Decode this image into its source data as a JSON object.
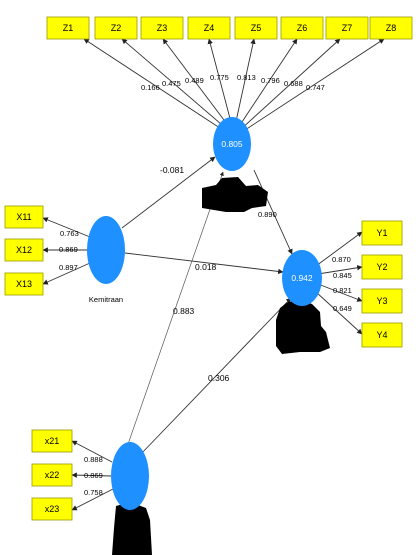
{
  "z_boxes": [
    "Z1",
    "Z2",
    "Z3",
    "Z4",
    "Z5",
    "Z6",
    "Z7",
    "Z8"
  ],
  "z_loadings": [
    "0.166",
    "0.475",
    "0.489",
    "0.775",
    "0.813",
    "0.796",
    "0.688",
    "0.747"
  ],
  "x1_boxes": [
    "X11",
    "X12",
    "X13"
  ],
  "x1_loadings": [
    "0.763",
    "0.869",
    "0.897"
  ],
  "y_boxes": [
    "Y1",
    "Y2",
    "Y3",
    "Y4"
  ],
  "y_loadings": [
    "0.870",
    "0.845",
    "0.821",
    "0.649"
  ],
  "x2_boxes": [
    "x21",
    "x22",
    "x23"
  ],
  "x2_loadings": [
    "0.888",
    "0.869",
    "0.758"
  ],
  "nodes": {
    "z_value": "0.805",
    "y_value": "0.942",
    "kemitraan_label": "Kemitraan",
    "z_partial_label": "0.890"
  },
  "paths": {
    "kemitraan_to_z": "-0.081",
    "kemitraan_to_y": "0.018",
    "x2_to_z": "0.883",
    "x2_to_y": "0.306"
  },
  "colors": {
    "box_fill": "#ffff00",
    "latent_fill": "#1e90ff",
    "text": "#000000"
  }
}
